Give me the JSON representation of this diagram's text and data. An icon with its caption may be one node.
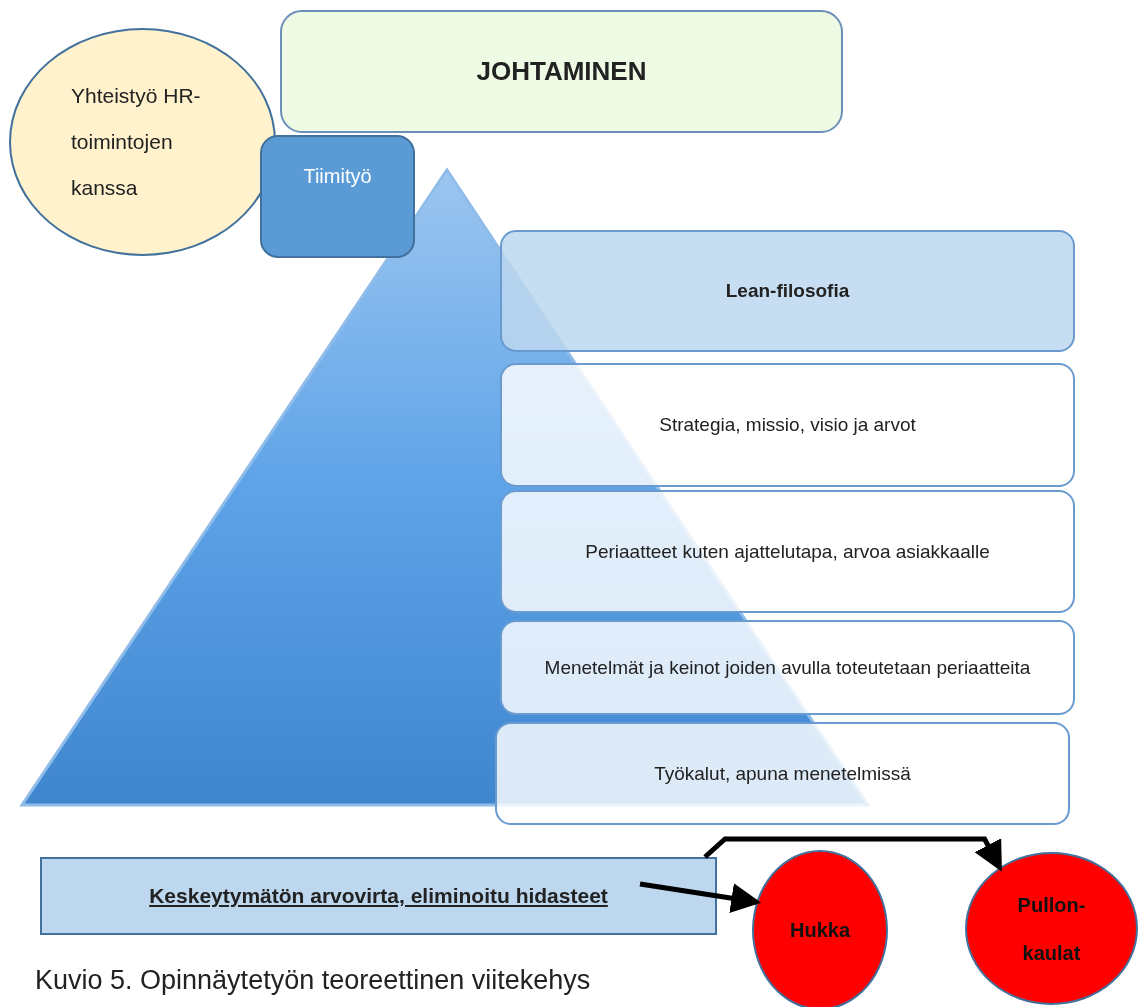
{
  "diagram": {
    "caption": "Kuvio 5. Opinnäytetyön teoreettinen viitekehys",
    "nodes": [
      {
        "text": [
          "JOHTAMINEN"
        ]
      },
      {
        "text": [
          "Yhteistyö HR- toimintojen kanssa"
        ]
      },
      {
        "text": [
          "Tiimityö"
        ]
      },
      {
        "text": [
          "Lean-filosofia"
        ]
      },
      {
        "text": [
          "Strategia, missio, visio ja arvot"
        ]
      },
      {
        "text": [
          "Periaatteet kuten ajattelutapa, arvoa asiakkaalle"
        ]
      },
      {
        "text": [
          "Menetelmät ja keinot joiden avulla toteutetaan periaatteita"
        ]
      },
      {
        "text": [
          "Työkalut, apuna menetelmissä"
        ]
      },
      {
        "text": [
          "Keskeytymätön arvovirta, eliminoitu hidasteet"
        ]
      },
      {
        "text": [
          "Hukka"
        ]
      },
      {
        "text": [
          "Pullon- kaulat"
        ]
      }
    ],
    "edges": [
      {
        "from": 8,
        "to": 9,
        "arrow": "to"
      },
      {
        "from": 8,
        "to": 10,
        "arrow": "to"
      }
    ]
  }
}
